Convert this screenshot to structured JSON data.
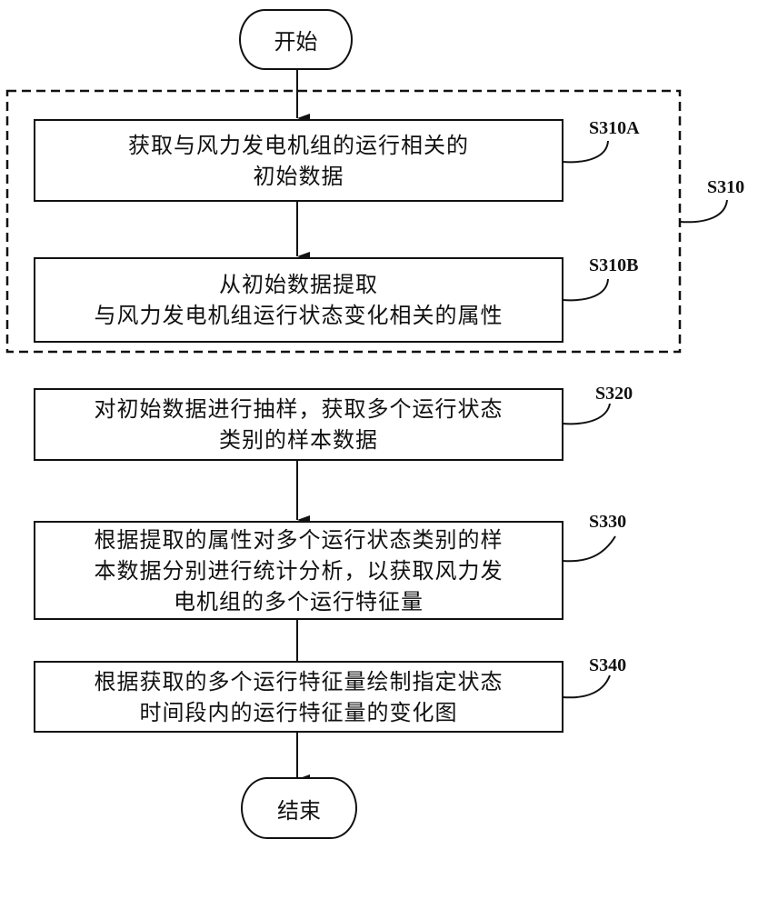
{
  "diagram": {
    "type": "flowchart",
    "start": {
      "label": "开始"
    },
    "end": {
      "label": "结束"
    },
    "group": {
      "id": "S310",
      "label": "S310"
    },
    "steps": [
      {
        "id": "S310A",
        "label": "S310A",
        "lines": [
          "获取与风力发电机组的运行相关的",
          "初始数据"
        ]
      },
      {
        "id": "S310B",
        "label": "S310B",
        "lines": [
          "从初始数据提取",
          "与风力发电机组运行状态变化相关的属性"
        ]
      },
      {
        "id": "S320",
        "label": "S320",
        "lines": [
          "对初始数据进行抽样，获取多个运行状态",
          "类别的样本数据"
        ]
      },
      {
        "id": "S330",
        "label": "S330",
        "lines": [
          "根据提取的属性对多个运行状态类别的样",
          "本数据分别进行统计分析，以获取风力发",
          "电机组的多个运行特征量"
        ]
      },
      {
        "id": "S340",
        "label": "S340",
        "lines": [
          "根据获取的多个运行特征量绘制指定状态",
          "时间段内的运行特征量的变化图"
        ]
      }
    ],
    "edges": [
      [
        "start",
        "S310A"
      ],
      [
        "S310A",
        "S310B"
      ],
      [
        "S320",
        "S330"
      ],
      [
        "S330",
        "S340"
      ],
      [
        "S340",
        "end"
      ]
    ]
  }
}
